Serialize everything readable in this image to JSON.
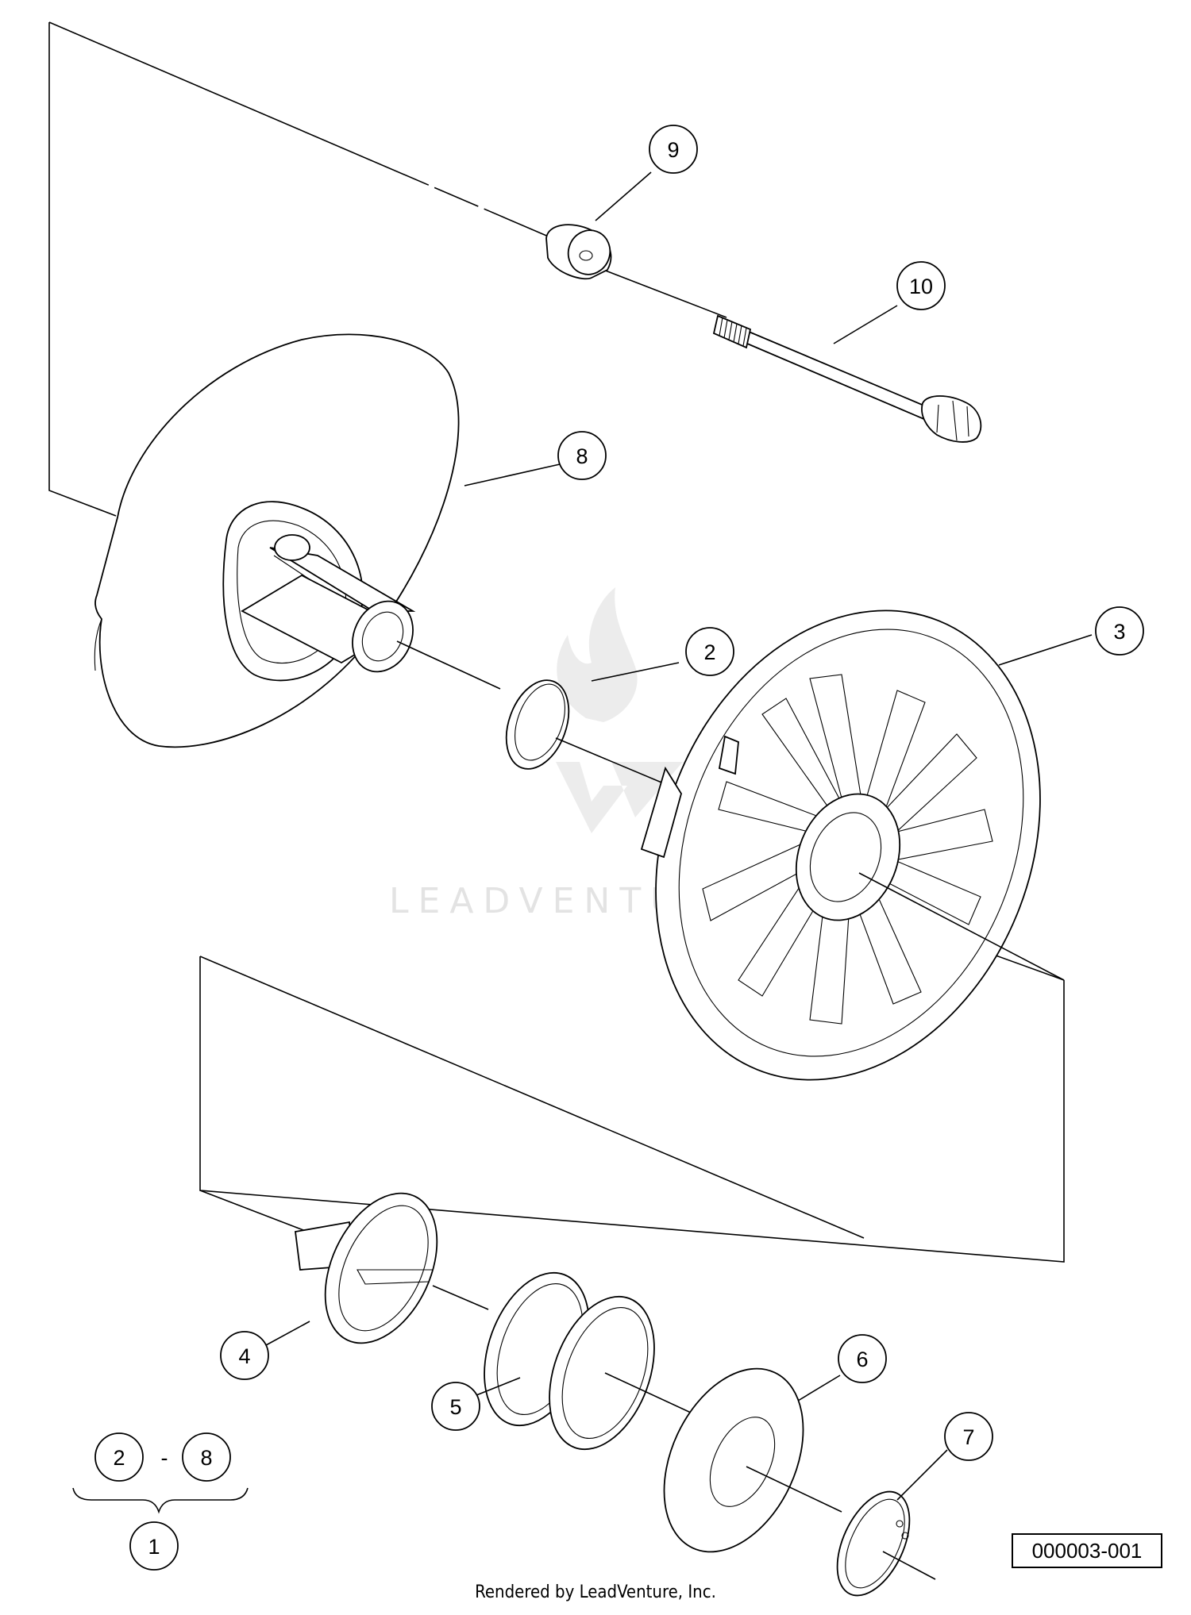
{
  "diagram": {
    "callouts": [
      {
        "id": "callout-1",
        "label": "1"
      },
      {
        "id": "callout-2",
        "label": "2"
      },
      {
        "id": "callout-3",
        "label": "3"
      },
      {
        "id": "callout-4",
        "label": "4"
      },
      {
        "id": "callout-5",
        "label": "5"
      },
      {
        "id": "callout-6",
        "label": "6"
      },
      {
        "id": "callout-7",
        "label": "7"
      },
      {
        "id": "callout-8",
        "label": "8"
      },
      {
        "id": "callout-9",
        "label": "9"
      },
      {
        "id": "callout-10",
        "label": "10"
      }
    ],
    "range_group": {
      "from": "2",
      "dash": "-",
      "to": "8",
      "assembly": "1"
    },
    "watermark": "LEADVENTURE",
    "drawing_number": "000003-001",
    "credit": "Rendered by LeadVenture, Inc.",
    "colors": {
      "line": "#000000",
      "watermark": "#e3e3e3",
      "background": "#ffffff"
    }
  }
}
